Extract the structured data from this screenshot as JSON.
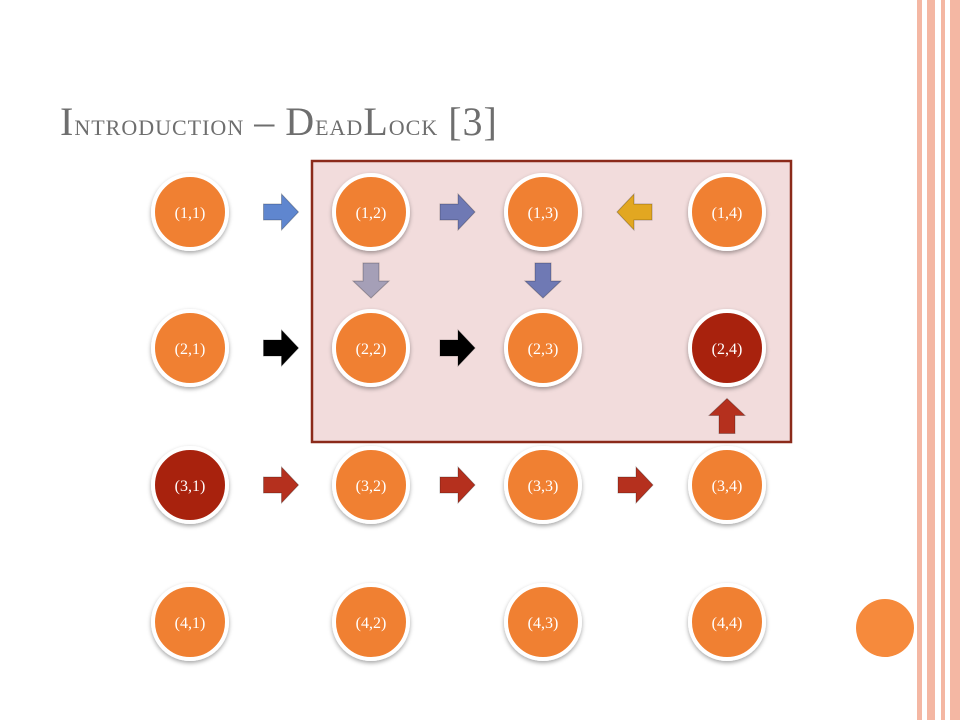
{
  "slide": {
    "title": "Introduction – DeadLock [3]"
  },
  "colors": {
    "node_default": "#f08030",
    "node_dark": "#a8240f",
    "highlight_fill": "#f2dcdc",
    "highlight_border": "#8b2a1a",
    "edge_stripes": "#f4b7a3",
    "arrow_blue": "#5f86cf",
    "arrow_slate": "#6f79b4",
    "arrow_mauve": "#a59fb7",
    "arrow_gold": "#e2a721",
    "arrow_black": "#000000",
    "arrow_red": "#b5301e",
    "title_color": "#6e6e6e"
  },
  "nodes": [
    {
      "id": "n11",
      "label": "(1,1)",
      "row": 1,
      "col": 1,
      "state": "normal"
    },
    {
      "id": "n12",
      "label": "(1,2)",
      "row": 1,
      "col": 2,
      "state": "normal"
    },
    {
      "id": "n13",
      "label": "(1,3)",
      "row": 1,
      "col": 3,
      "state": "normal"
    },
    {
      "id": "n14",
      "label": "(1,4)",
      "row": 1,
      "col": 4,
      "state": "normal"
    },
    {
      "id": "n21",
      "label": "(2,1)",
      "row": 2,
      "col": 1,
      "state": "normal"
    },
    {
      "id": "n22",
      "label": "(2,2)",
      "row": 2,
      "col": 2,
      "state": "normal"
    },
    {
      "id": "n23",
      "label": "(2,3)",
      "row": 2,
      "col": 3,
      "state": "normal"
    },
    {
      "id": "n24",
      "label": "(2,4)",
      "row": 2,
      "col": 4,
      "state": "dark"
    },
    {
      "id": "n31",
      "label": "(3,1)",
      "row": 3,
      "col": 1,
      "state": "dark"
    },
    {
      "id": "n32",
      "label": "(3,2)",
      "row": 3,
      "col": 2,
      "state": "normal"
    },
    {
      "id": "n33",
      "label": "(3,3)",
      "row": 3,
      "col": 3,
      "state": "normal"
    },
    {
      "id": "n34",
      "label": "(3,4)",
      "row": 3,
      "col": 4,
      "state": "normal"
    },
    {
      "id": "n41",
      "label": "(4,1)",
      "row": 4,
      "col": 1,
      "state": "normal"
    },
    {
      "id": "n42",
      "label": "(4,2)",
      "row": 4,
      "col": 2,
      "state": "normal"
    },
    {
      "id": "n43",
      "label": "(4,3)",
      "row": 4,
      "col": 3,
      "state": "normal"
    },
    {
      "id": "n44",
      "label": "(4,4)",
      "row": 4,
      "col": 4,
      "state": "normal"
    }
  ],
  "arrows": [
    {
      "from": "n11",
      "to": "n12",
      "color": "arrow_blue"
    },
    {
      "from": "n12",
      "to": "n13",
      "color": "arrow_slate"
    },
    {
      "from": "n14",
      "to": "n13",
      "color": "arrow_gold"
    },
    {
      "from": "n12",
      "to": "n22",
      "color": "arrow_mauve"
    },
    {
      "from": "n13",
      "to": "n23",
      "color": "arrow_slate"
    },
    {
      "from": "n21",
      "to": "n22",
      "color": "arrow_black"
    },
    {
      "from": "n22",
      "to": "n23",
      "color": "arrow_black"
    },
    {
      "from": "n34",
      "to": "n24",
      "color": "arrow_red"
    },
    {
      "from": "n31",
      "to": "n32",
      "color": "arrow_red"
    },
    {
      "from": "n32",
      "to": "n33",
      "color": "arrow_red"
    },
    {
      "from": "n33",
      "to": "n34",
      "color": "arrow_red"
    }
  ],
  "highlight_region": {
    "rows": [
      1,
      2
    ],
    "cols": [
      2,
      4
    ]
  }
}
